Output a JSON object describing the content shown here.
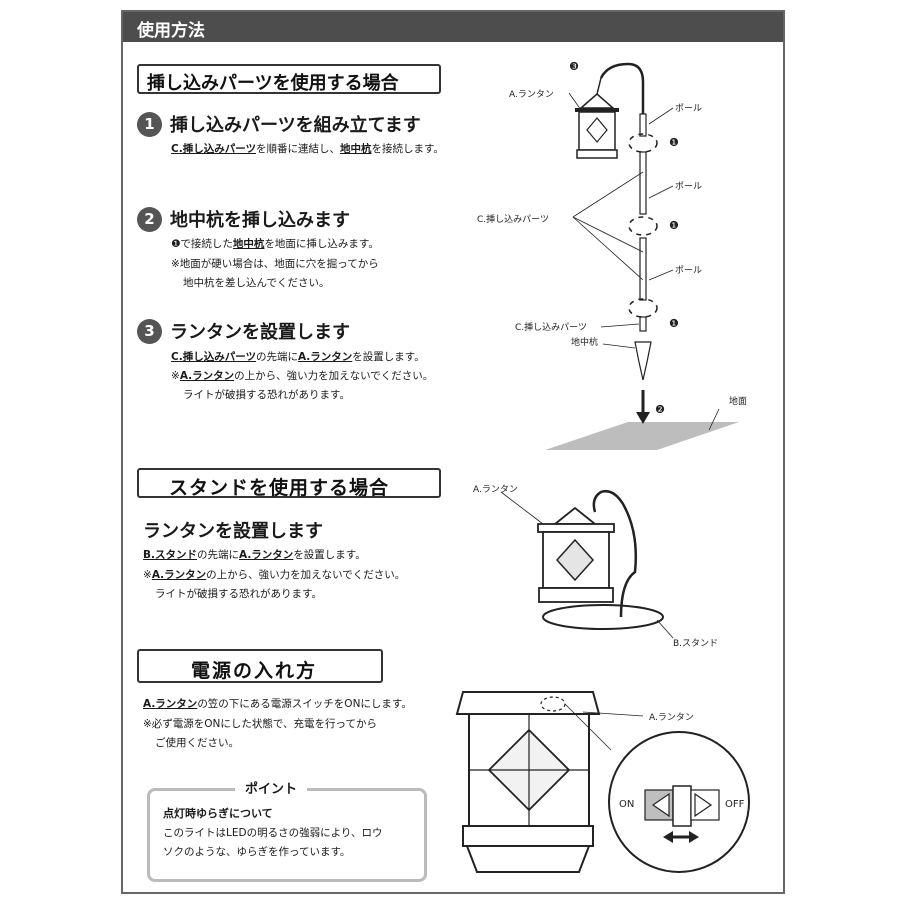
{
  "header": {
    "title": "使用方法"
  },
  "section1": {
    "title": "挿し込みパーツを使用する場合",
    "step1": {
      "num": "1",
      "title": "挿し込みパーツを組み立てます",
      "line_a": "C.挿し込みパーツ",
      "line_b": "を順番に連結し、",
      "line_c": "地中杭",
      "line_d": "を接続します。"
    },
    "step2": {
      "num": "2",
      "title": "地中杭を挿し込みます",
      "line1_a": "❶で接続した",
      "line1_b": "地中杭",
      "line1_c": "を地面に挿し込みます。",
      "line2": "※地面が硬い場合は、地面に穴を掘ってから",
      "line3": "地中杭を差し込んでください。"
    },
    "step3": {
      "num": "3",
      "title": "ランタンを設置します",
      "line1_a": "C.挿し込みパーツ",
      "line1_b": "の先端に",
      "line1_c": "A.ランタン",
      "line1_d": "を設置します。",
      "line2_a": "※",
      "line2_b": "A.ランタン",
      "line2_c": "の上から、強い力を加えないでください。",
      "line3": "ライトが破損する恐れがあります。"
    },
    "diagram": {
      "lantern": "A.ランタン",
      "pole": "ポール",
      "parts": "C.挿し込みパーツ",
      "parts2": "C.挿し込みパーツ",
      "stake": "地中杭",
      "ground": "地面",
      "mark1": "❶",
      "mark2": "❷",
      "mark3": "❸"
    }
  },
  "section2": {
    "title": "スタンドを使用する場合",
    "subtitle": "ランタンを設置します",
    "line1_a": "B.スタンド",
    "line1_b": "の先端に",
    "line1_c": "A.ランタン",
    "line1_d": "を設置します。",
    "line2_a": "※",
    "line2_b": "A.ランタン",
    "line2_c": "の上から、強い力を加えないでください。",
    "line3": "ライトが破損する恐れがあります。",
    "diagram": {
      "lantern": "A.ランタン",
      "stand": "B.スタンド"
    }
  },
  "section3": {
    "title": "電源の入れ方",
    "line1_a": "A.ランタン",
    "line1_b": "の笠の下にある電源スイッチをONにします。",
    "line2": "※必ず電源をONにした状態で、充電を行ってから",
    "line3": "ご使用ください。",
    "diagram": {
      "lantern": "A.ランタン",
      "on": "ON",
      "off": "OFF"
    }
  },
  "point": {
    "label": "ポイント",
    "heading": "点灯時ゆらぎについて",
    "line1": "このライトはLEDの明るさの強弱により、ロウ",
    "line2": "ソクのような、ゆらぎを作っています。"
  }
}
